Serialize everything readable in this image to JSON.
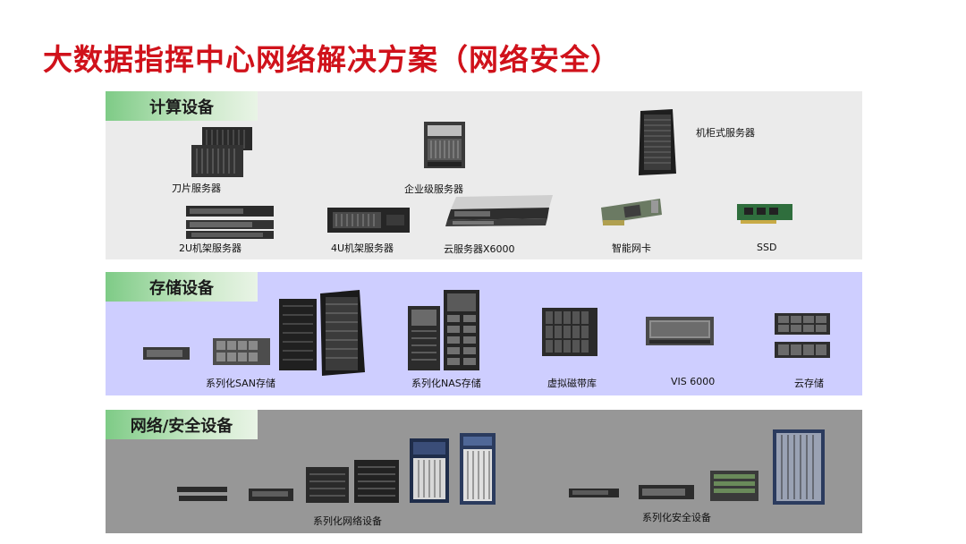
{
  "title": "大数据指挥中心网络解决方案（网络安全）",
  "compute": {
    "header": "计算设备",
    "labels": {
      "blade": "刀片服务器",
      "enterprise": "企业级服务器",
      "rack_cabinet": "机柜式服务器",
      "rack2u": "2U机架服务器",
      "rack4u": "4U机架服务器",
      "cloud": "云服务器X6000",
      "nic": "智能网卡",
      "ssd": "SSD"
    }
  },
  "storage": {
    "header": "存储设备",
    "labels": {
      "san": "系列化SAN存储",
      "nas": "系列化NAS存储",
      "vtl": "虚拟磁带库",
      "vis": "VIS 6000",
      "cloud": "云存储"
    }
  },
  "network": {
    "header": "网络/安全设备",
    "labels": {
      "network_series": "系列化网络设备",
      "security_series": "系列化安全设备"
    }
  }
}
